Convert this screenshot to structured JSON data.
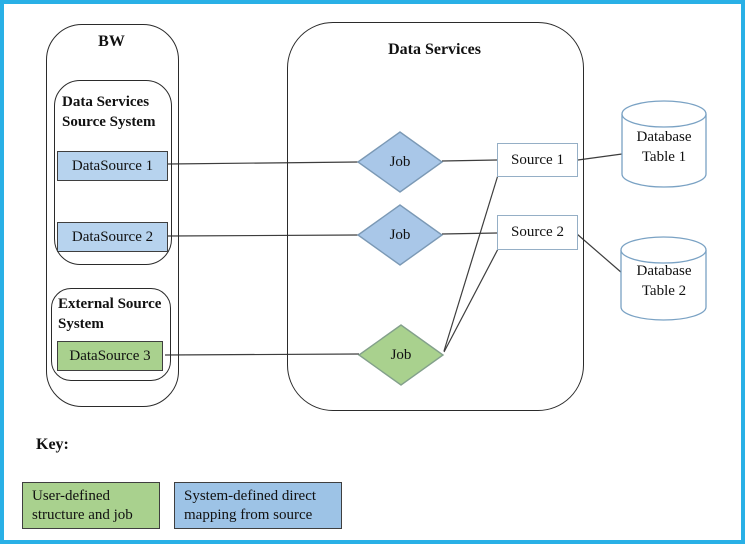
{
  "colors": {
    "page_border": "#29b0e6",
    "blue_fill": "#b7d3ee",
    "diamond_blue": "#a9c7e8",
    "key_blue": "#9dc3e6",
    "green_fill": "#a9d18e",
    "box_border_dark": "#3f3f3f",
    "source_border": "#95afc6",
    "cylinder_stroke": "#7aa2c4",
    "line": "#3d3d3d"
  },
  "bw": {
    "title": "BW",
    "data_services_source_system": {
      "title": "Data Services\nSource System",
      "datasource1": "DataSource 1",
      "datasource2": "DataSource 2"
    },
    "external_source_system": {
      "title": "External Source\nSystem",
      "datasource3": "DataSource 3"
    }
  },
  "data_services": {
    "title": "Data Services",
    "job1": "Job",
    "job2": "Job",
    "job3": "Job",
    "source1": "Source 1",
    "source2": "Source 2"
  },
  "databases": {
    "table1": "Database\nTable 1",
    "table2": "Database\nTable 2"
  },
  "key": {
    "title": "Key:",
    "user_defined": "User-defined\nstructure and job",
    "system_defined": "System-defined direct\nmapping from source"
  }
}
